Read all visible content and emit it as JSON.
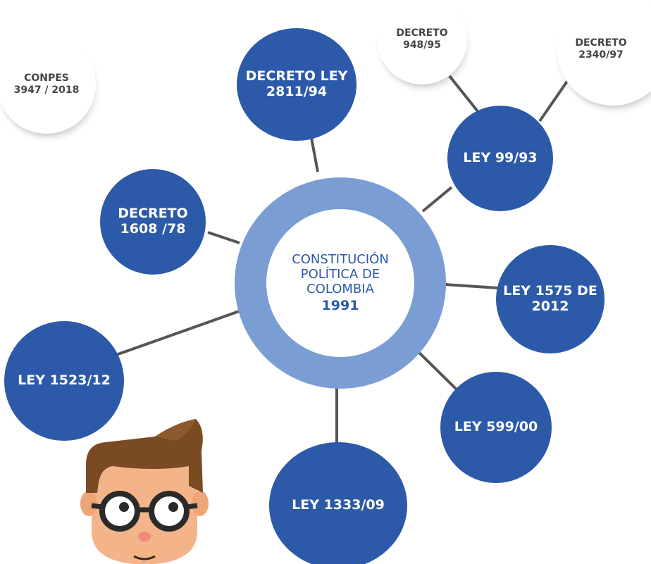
{
  "center": {
    "title": "CONSTITUCIÓN\nPOLÍTICA DE\nCOLOMBIA",
    "year": "1991"
  },
  "nodes": [
    {
      "id": "decreto-ley-2811",
      "label": "DECRETO LEY\n2811/94",
      "style": "blue"
    },
    {
      "id": "ley-99",
      "label": "LEY 99/93",
      "style": "blue"
    },
    {
      "id": "decreto-1608",
      "label": "DECRETO\n1608 /78",
      "style": "blue"
    },
    {
      "id": "ley-1575",
      "label": "LEY 1575 DE\n2012",
      "style": "blue"
    },
    {
      "id": "ley-1523",
      "label": "LEY 1523/12",
      "style": "blue"
    },
    {
      "id": "ley-599",
      "label": "LEY 599/00",
      "style": "blue"
    },
    {
      "id": "ley-1333",
      "label": "LEY 1333/09",
      "style": "blue"
    },
    {
      "id": "decreto-948",
      "label": "DECRETO\n948/95",
      "style": "ghost"
    },
    {
      "id": "decreto-2340",
      "label": "DECRETO\n2340/97",
      "style": "ghost"
    },
    {
      "id": "conpes-3947",
      "label": "CONPES\n3947 / 2018",
      "style": "ghost"
    }
  ],
  "colors": {
    "node_blue": "#2c5aa8",
    "ring_blue": "#7a9ed3",
    "connector": "#555555",
    "ghost_text": "#444444"
  },
  "illustration": {
    "name": "cartoon-man-with-glasses"
  }
}
